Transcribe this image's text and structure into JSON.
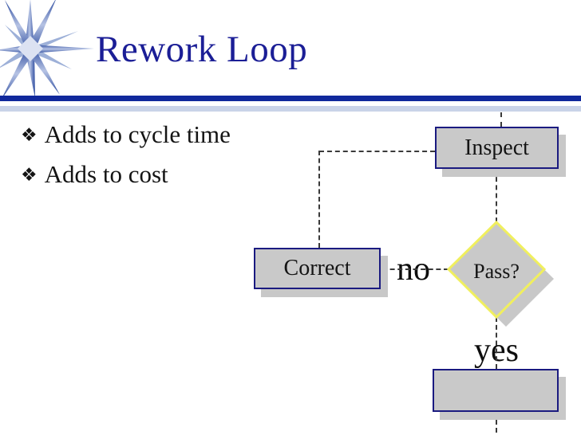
{
  "title": "Rework Loop",
  "bullets": [
    {
      "glyph": "❖",
      "text": "Adds to cycle time"
    },
    {
      "glyph": "❖",
      "text": "Adds to cost"
    }
  ],
  "flowchart": {
    "nodes": {
      "inspect": {
        "label": "Inspect",
        "shape": "rectangle"
      },
      "correct": {
        "label": "Correct",
        "shape": "rectangle"
      },
      "decision": {
        "label": "Pass?",
        "shape": "diamond"
      },
      "end": {
        "label": "",
        "shape": "rectangle"
      }
    },
    "edge_labels": {
      "no": "no",
      "yes": "yes"
    },
    "connector_style": "dashed"
  },
  "logo": {
    "icon": "starburst-logo"
  },
  "colors": {
    "title_text": "#1b1e96",
    "divider_navy": "#10289c",
    "divider_light": "#c9d3e8",
    "node_fill": "#c9c9c9",
    "node_border": "#1a1a80",
    "decision_border": "#f0ef5e",
    "node_shadow": "#c8c8c8",
    "connector": "#3a3a3a",
    "body_text": "#141414",
    "logo_blue_dark": "#2b4a9e",
    "logo_blue_light": "#aebbde"
  }
}
